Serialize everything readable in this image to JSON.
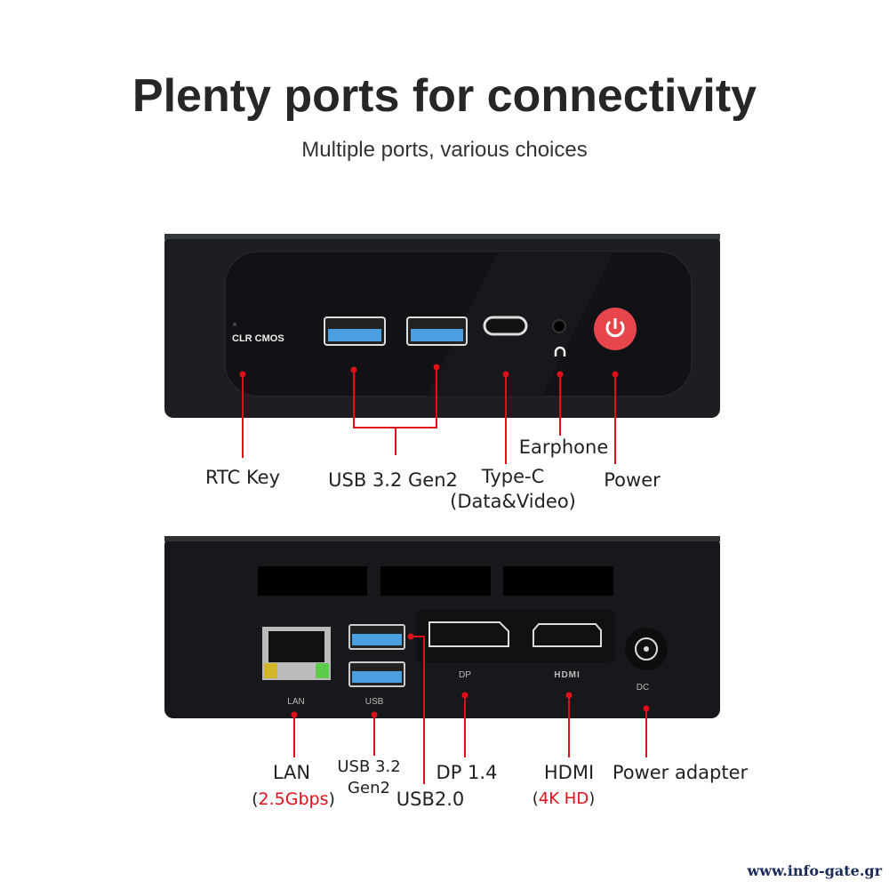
{
  "header": {
    "title": "Plenty ports for connectivity",
    "subtitle": "Multiple ports, various choices"
  },
  "front": {
    "device_text": {
      "clr_cmos": "CLR  CMOS"
    },
    "labels": {
      "rtc": "RTC Key",
      "usb": "USB 3.2 Gen2",
      "typec": "Type-C",
      "typec_sub": "(Data&Video)",
      "earphone": "Earphone",
      "power": "Power"
    }
  },
  "back": {
    "device_text": {
      "lan": "LAN",
      "usb": "USB",
      "dp": "DP",
      "hdmi": "HDMI",
      "dc": "DC"
    },
    "labels": {
      "lan": "LAN",
      "lan_speed": "2.5Gbps",
      "usb32_line1": "USB 3.2",
      "usb32_line2": "Gen2",
      "usb20": "USB2.0",
      "dp": "DP 1.4",
      "hdmi": "HDMI",
      "hdmi_sub": "4K HD",
      "power": "Power adapter"
    }
  },
  "watermark": "www.info-gate.gr",
  "colors": {
    "accent": "#e0101a",
    "device": "#1b1d21",
    "usb_blue": "#4a9fe0"
  }
}
